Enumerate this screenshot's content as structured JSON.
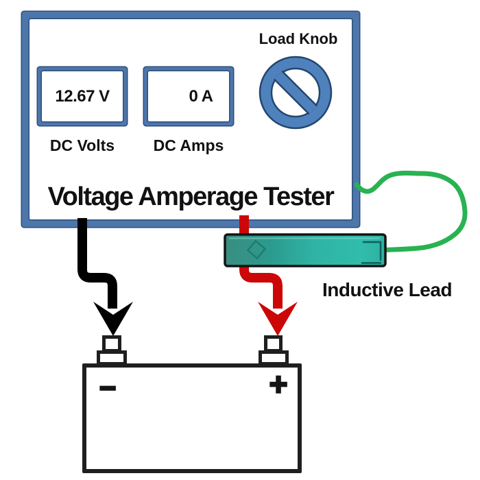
{
  "tester": {
    "title": "Voltage Amperage Tester",
    "volt_display": {
      "value": "12.67 V",
      "label": "DC Volts"
    },
    "amp_display": {
      "value": "0 A",
      "label": "DC Amps"
    },
    "load_knob_label": "Load Knob"
  },
  "inductive_lead_label": "Inductive Lead",
  "battery": {
    "negative_symbol": "−",
    "positive_symbol": "+"
  },
  "palette": {
    "frame_blue": "#4d76ab",
    "frame_dark": "#2d4e78",
    "knob_blue": "#4f81bd",
    "knob_outline": "#24466e",
    "lead_black": "#000000",
    "lead_red": "#cc0707",
    "lead_green": "#29b251",
    "clamp_teal": "#2aa79a",
    "battery_outline": "#1f1f1f"
  }
}
